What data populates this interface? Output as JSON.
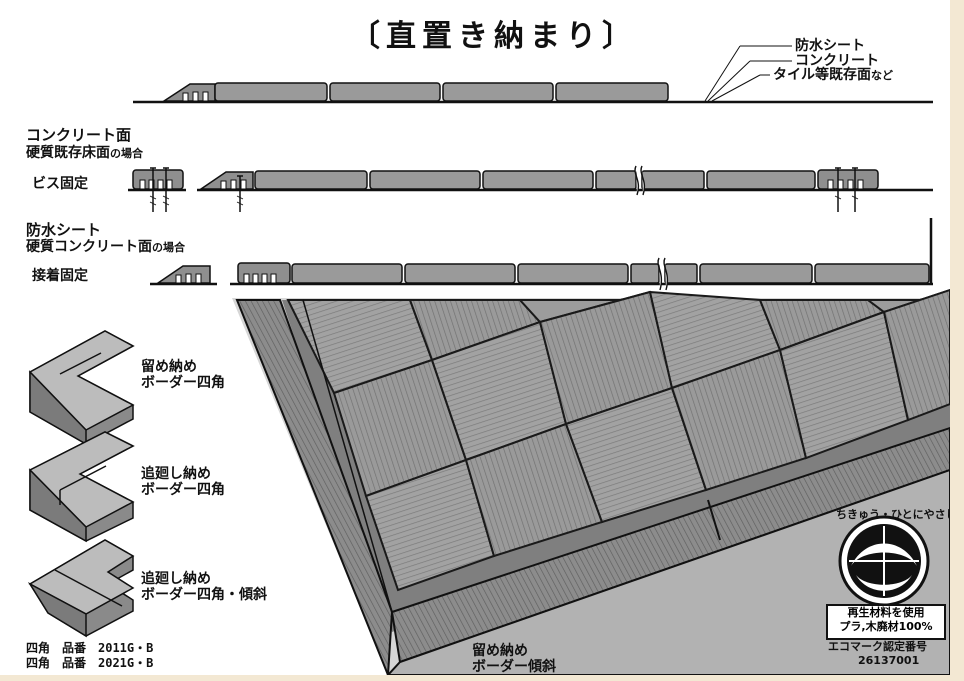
{
  "title": "〔直置き納まり〕",
  "legend": {
    "sheet": "防水シート",
    "concrete": "コンクリート",
    "tile": "タイル等既存面",
    "tile_suffix": "など"
  },
  "section1": {
    "line1": "コンクリート面",
    "line2": "硬質既存床面",
    "line2_suffix": "の場合",
    "method": "ビス固定"
  },
  "section2": {
    "line1": "防水シート",
    "line2": "硬質コンクリート面",
    "line2_suffix": "の場合",
    "method": "接着固定"
  },
  "corners": [
    {
      "line1": "留め納め",
      "line2": "ボーダー四角"
    },
    {
      "line1": "追廻し納め",
      "line2": "ボーダー四角"
    },
    {
      "line1": "追廻し納め",
      "line2": "ボーダー四角・傾斜"
    }
  ],
  "part_numbers": [
    "四角　品番　2011G・B",
    "四角　品番　2021G・B"
  ],
  "bottom_caption": {
    "line1": "留め納め",
    "line2": "ボーダー傾斜"
  },
  "eco": {
    "arc": "ちきゅう・ひとにやさしい",
    "box1": "再生材料を使用",
    "box2": "プラ,木廃材100%",
    "label": "エコマーク認定番号",
    "number": "26137001"
  },
  "colors": {
    "background": "#f3e8d3",
    "tile": "#9e9e9e",
    "tile_dark": "#5c5c5c",
    "ink": "#111111"
  }
}
